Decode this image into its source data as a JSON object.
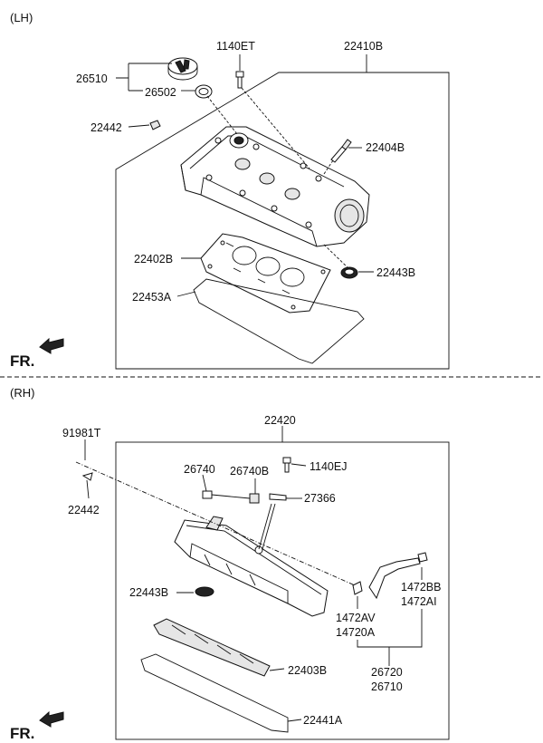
{
  "sections": {
    "lh": {
      "title": "(LH)",
      "front": "FR."
    },
    "rh": {
      "title": "(RH)",
      "front": "FR."
    }
  },
  "labels": {
    "lh": {
      "p26510": "26510",
      "p26502": "26502",
      "p22442": "22442",
      "p1140ET": "1140ET",
      "p22410B": "22410B",
      "p22404B": "22404B",
      "p22402B": "22402B",
      "p22443B": "22443B",
      "p22453A": "22453A"
    },
    "rh": {
      "p91981T": "91981T",
      "p22442": "22442",
      "p22420": "22420",
      "p26740": "26740",
      "p26740B": "26740B",
      "p1140EJ": "1140EJ",
      "p27366": "27366",
      "p22443B": "22443B",
      "p1472AV": "1472AV",
      "p14720A": "14720A",
      "p1472BB": "1472BB",
      "p1472AI": "1472AI",
      "p26720": "26720",
      "p26710": "26710",
      "p22403B": "22403B",
      "p22441A": "22441A"
    }
  }
}
